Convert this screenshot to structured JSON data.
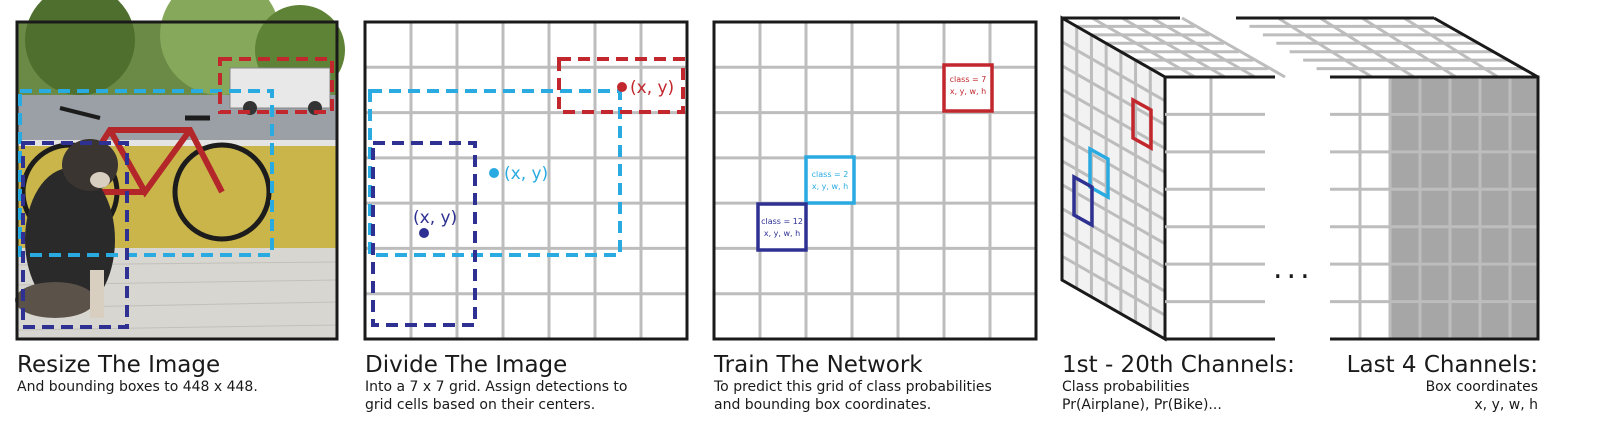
{
  "panels": [
    {
      "title": "Resize The Image",
      "subtitle_lines": [
        "And bounding boxes to 448 x 448."
      ]
    },
    {
      "title": "Divide The Image",
      "subtitle_lines": [
        "Into a 7 x 7 grid. Assign detections to",
        "grid cells based on their centers."
      ],
      "points": [
        {
          "label": "(x, y)",
          "color": "#c1272d"
        },
        {
          "label": "(x, y)",
          "color": "#29abe2"
        },
        {
          "label": "(x, y)",
          "color": "#2e3192"
        }
      ]
    },
    {
      "title": "Train The Network",
      "subtitle_lines": [
        "To predict this grid of class probabilities",
        "and bounding box coordinates."
      ],
      "cells": [
        {
          "class_label": "class = 7",
          "coords": "x, y, w, h",
          "color": "#c1272d"
        },
        {
          "class_label": "class = 2",
          "coords": "x, y, w, h",
          "color": "#29abe2"
        },
        {
          "class_label": "class = 12",
          "coords": "x, y, w, h",
          "color": "#2e3192"
        }
      ]
    },
    {
      "title": "1st - 20th Channels:",
      "subtitle_lines": [
        "Class probabilities",
        "Pr(Airplane), Pr(Bike)..."
      ]
    },
    {
      "title": "Last 4 Channels:",
      "subtitle_lines": [
        "Box coordinates",
        "x, y, w, h"
      ]
    }
  ],
  "ellipsis": "...",
  "colors": {
    "red": "#c1272d",
    "light_blue": "#29abe2",
    "dark_blue": "#2e3192",
    "grid": "#bdbdbd",
    "frame": "#1a1a1a",
    "shaded": "#a6a6a6"
  }
}
